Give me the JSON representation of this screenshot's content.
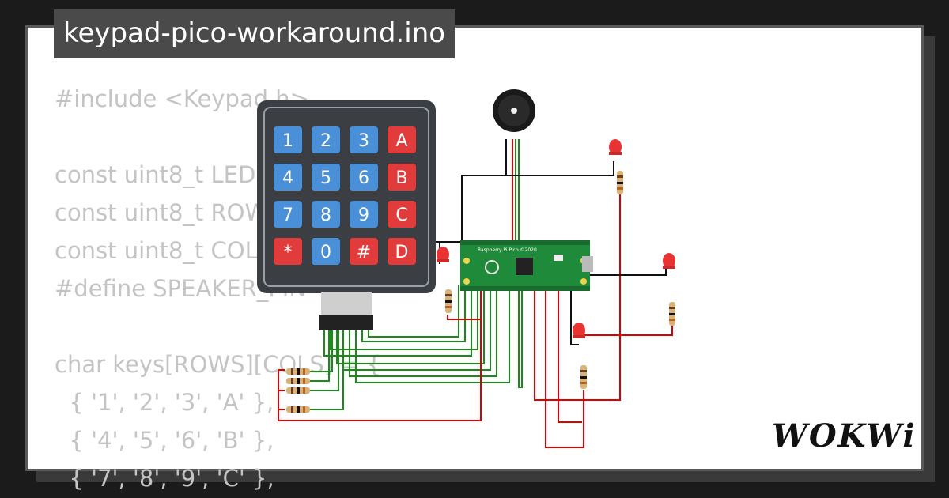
{
  "title": "keypad-pico-workaround.ino",
  "code_lines": [
    "#include <Keypad.h>",
    "",
    "const uint8_t LED",
    "const uint8_t ROW",
    "const uint8_t COL",
    "#define SPEAKER_PIN",
    "",
    "char keys[ROWS][COLS] = {",
    "  { '1', '2', '3', 'A' },",
    "  { '4', '5', '6', 'B' },",
    "  { '7', '8', '9', 'C' },"
  ],
  "keypad": {
    "keys": [
      "1",
      "2",
      "3",
      "A",
      "4",
      "5",
      "6",
      "B",
      "7",
      "8",
      "9",
      "C",
      "*",
      "0",
      "#",
      "D"
    ],
    "colors": {
      "digit": "#4a90d9",
      "letter": "#e23b3b",
      "body": "#3b3f44"
    }
  },
  "board": {
    "name": "Raspberry Pi Pico ©2020",
    "color": "#1f8a3a"
  },
  "colors": {
    "wire_red": "#e00000",
    "wire_green": "#1a8a1a",
    "wire_black": "#111111"
  },
  "logo": "WOKWi"
}
